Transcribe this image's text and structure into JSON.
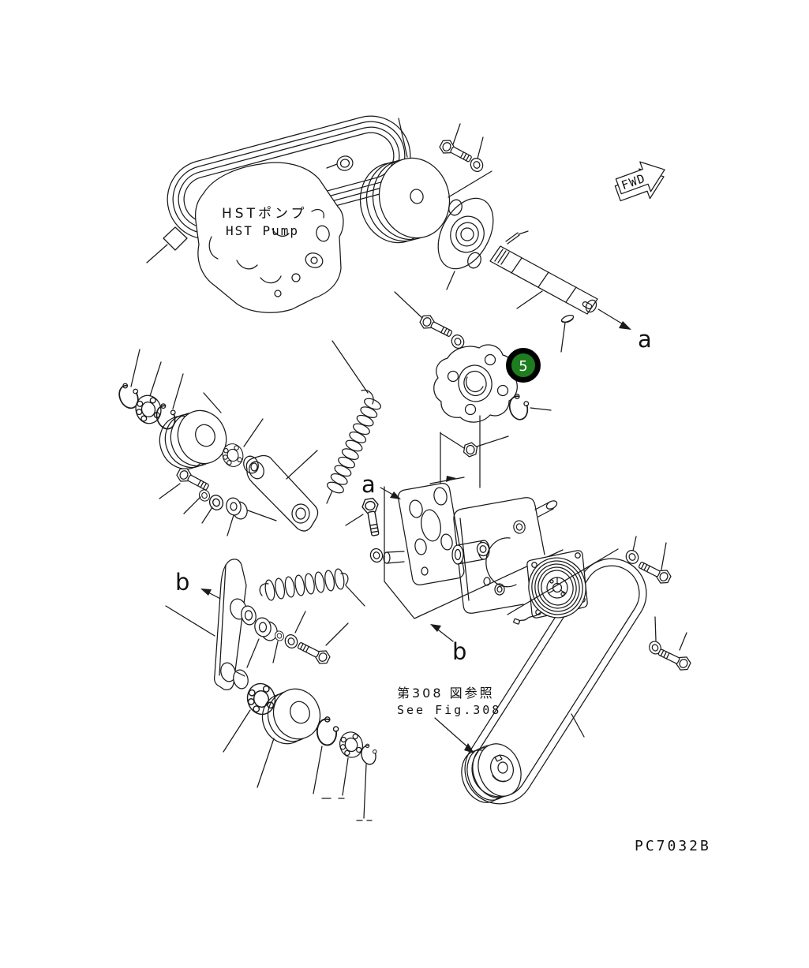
{
  "figure": {
    "drawing_code": "PC7032B",
    "callout": {
      "number": "5",
      "fill": "#1e7d1e",
      "ring": "#000000",
      "text_color": "#ffffff"
    },
    "labels": {
      "pump_jp": "HSTポンプ",
      "pump_en": "HST Pump",
      "fwd": "FWD",
      "view_a": "a",
      "view_b": "b",
      "ref_jp": "第308 図参照",
      "ref_en": "See Fig.308"
    },
    "colors": {
      "line": "#1a1a1a",
      "background": "#ffffff"
    }
  }
}
